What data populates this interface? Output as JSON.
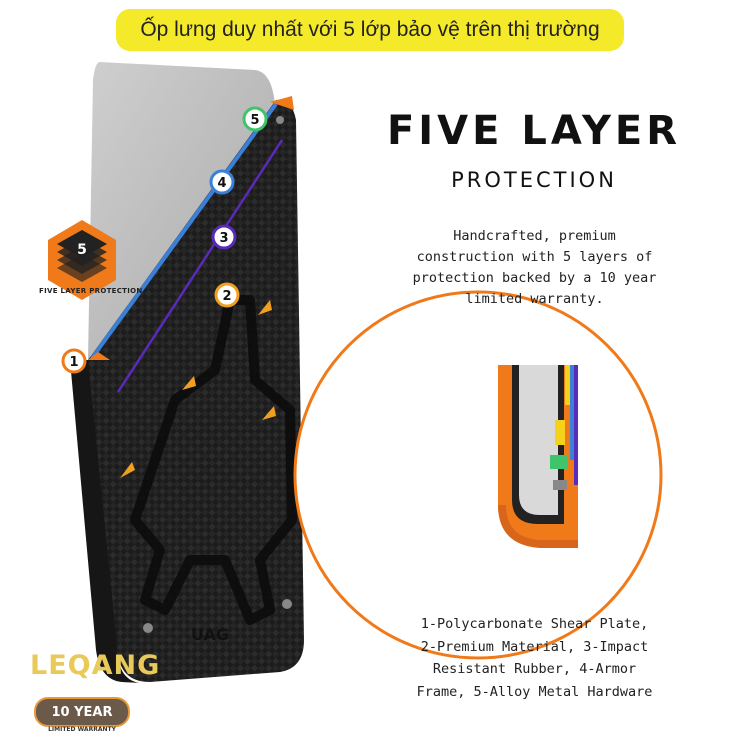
{
  "banner": {
    "text": "Ốp lưng duy nhất với 5 lớp bảo vệ trên thị trường"
  },
  "heading": {
    "title": "FIVE LAYER",
    "subtitle": "PROTECTION"
  },
  "description": {
    "lines": [
      "Handcrafted, premium",
      "construction with 5 layers of",
      "protection backed by a 10 year",
      "limited warranty."
    ]
  },
  "layers_caption": {
    "lines": [
      "1-Polycarbonate Shear Plate,",
      "2-Premium Material, 3-Impact",
      "Resistant Rubber, 4-Armor",
      "Frame, 5-Alloy Metal Hardware"
    ]
  },
  "badge": {
    "text": "FIVE LAYER PROTECTION",
    "number": "5"
  },
  "markers": [
    "1",
    "2",
    "3",
    "4",
    "5"
  ],
  "logo": {
    "text": "LEQANG"
  },
  "warranty": {
    "title": "10 YEAR",
    "subtitle": "LIMITED WARRANTY"
  },
  "case_brand": {
    "text": "UAG"
  },
  "colors": {
    "accent_orange": "#f07a1a",
    "banner_yellow": "#f4ea2a",
    "layer_blue": "#3a7fd8",
    "layer_purple": "#5a2ab8",
    "layer_green": "#3ec46a",
    "layer_yellow": "#f4d21a"
  }
}
